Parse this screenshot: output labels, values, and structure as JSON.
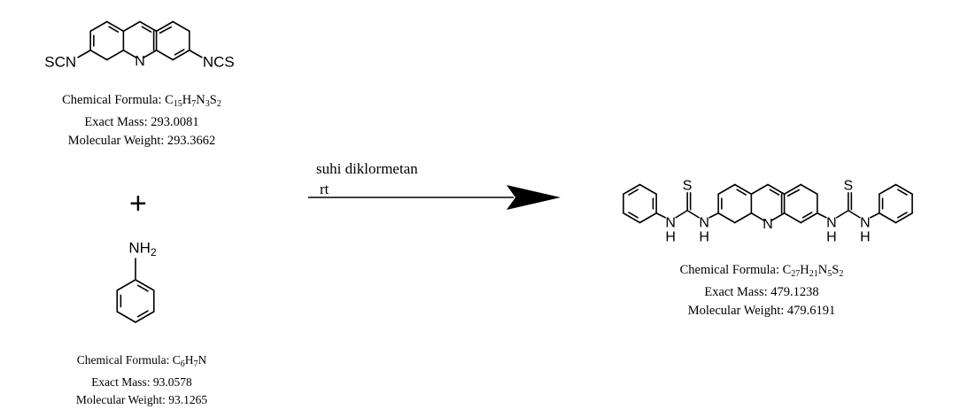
{
  "reactant1": {
    "left_group": "SCN",
    "right_group": "NCS",
    "ring_n": "N",
    "formula_label": "Chemical Formula: ",
    "formula": [
      [
        "C",
        "15"
      ],
      [
        "H",
        "7"
      ],
      [
        "N",
        "3"
      ],
      [
        "S",
        "2"
      ]
    ],
    "exact_mass": "Exact Mass: 293.0081",
    "molecular_weight": "Molecular Weight: 293.3662"
  },
  "plus_sign": "+",
  "reactant2": {
    "amine": "NH",
    "amine_sub": "2",
    "formula_label": "Chemical Formula: ",
    "formula": [
      [
        "C",
        "6"
      ],
      [
        "H",
        "7"
      ],
      [
        "N",
        ""
      ]
    ],
    "exact_mass": "Exact Mass: 93.0578",
    "molecular_weight": "Molecular Weight: 93.1265"
  },
  "conditions": {
    "line1": "suhi diklormetan",
    "line2": "rt"
  },
  "product": {
    "ring_n": "N",
    "thione_s": "S",
    "nh_n": "N",
    "nh_h": "H",
    "formula_label": "Chemical Formula: ",
    "formula": [
      [
        "C",
        "27"
      ],
      [
        "H",
        "21"
      ],
      [
        "N",
        "5"
      ],
      [
        "S",
        "2"
      ]
    ],
    "exact_mass": "Exact Mass: 479.1238",
    "molecular_weight": "Molecular Weight: 479.6191"
  }
}
